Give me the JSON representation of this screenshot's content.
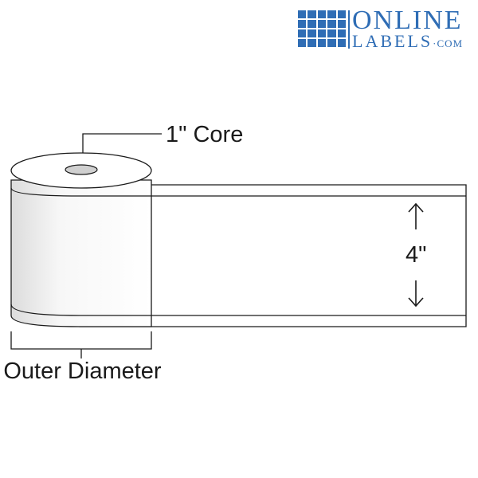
{
  "logo": {
    "line1": "ONLINE",
    "line2_main": "LABELS",
    "line2_suffix": "·COM",
    "color": "#2f6db5"
  },
  "diagram": {
    "core_label": "1\" Core",
    "width_label": "4\"",
    "width_arrow_up": "↑",
    "width_arrow_down": "↓",
    "outer_diameter_label": "\" Outer Diameter"
  },
  "colors": {
    "stroke": "#1a1a1a",
    "roll_face": "#ffffff",
    "roll_shade": "#e6e6e6",
    "core_fill": "#d0d0d0"
  }
}
